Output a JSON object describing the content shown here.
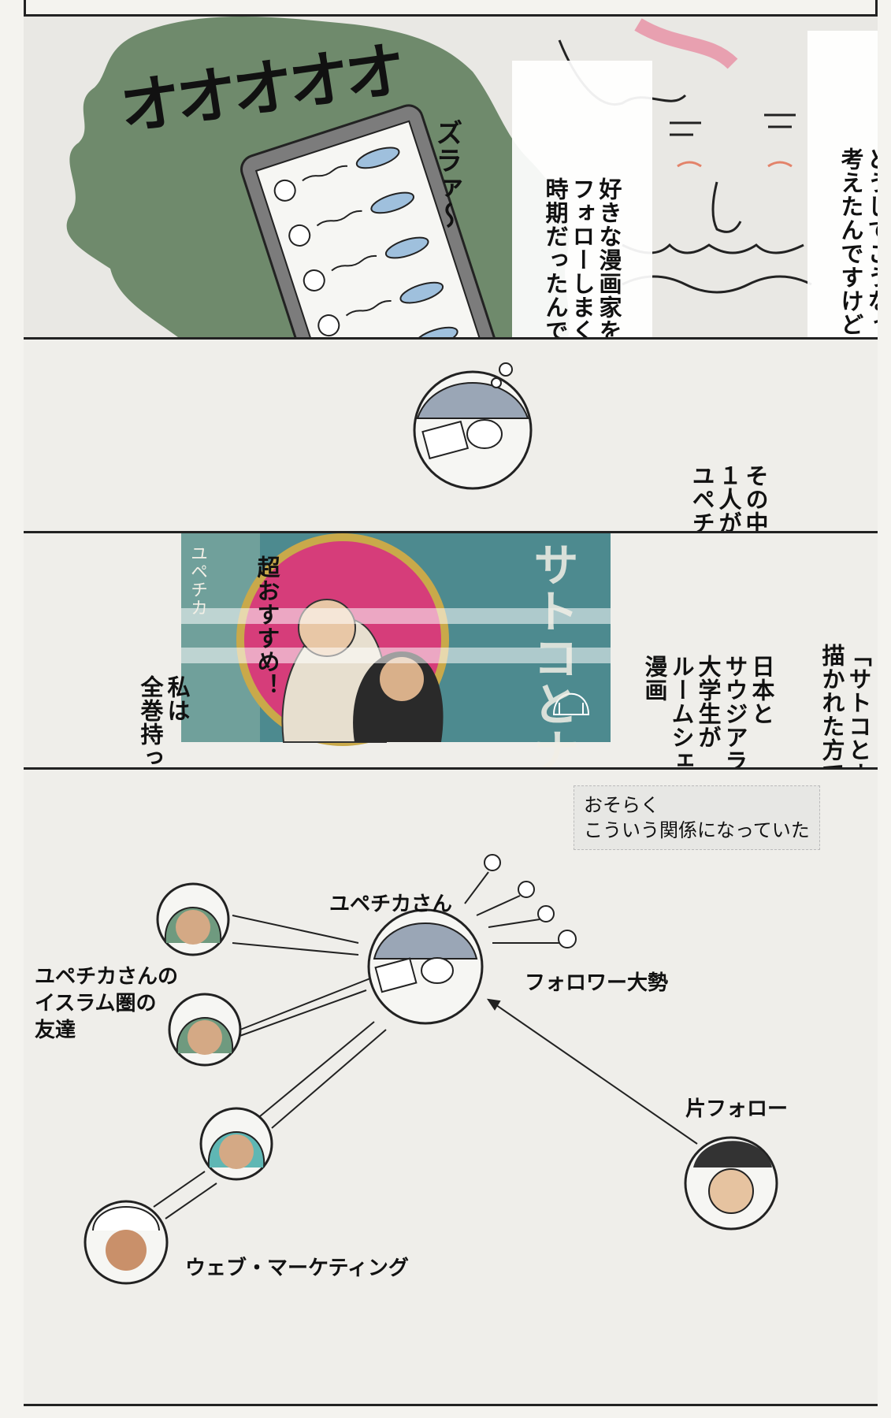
{
  "panel1": {
    "sfx_follow": "オオオオオ",
    "sfx_zura": "ズラァ〜",
    "caption_left": [
      "好きな漫画家を",
      "フォローしまくってた",
      "時期だったんですよね"
    ],
    "caption_right": [
      "どうしてこうなったか",
      "考えたんですけど"
    ]
  },
  "panel2": {
    "caption": [
      "その中の",
      "１人が",
      "ユペチカさん"
    ]
  },
  "panel3": {
    "caption_right": [
      "「サトコとナダ」を",
      "描かれた方ですね"
    ],
    "caption_mid": [
      "日本と",
      "サウジアラビアの",
      "大学生が",
      "ルームシェアする",
      "漫画"
    ],
    "recommend": "超おすすめ！",
    "caption_left": [
      "私は",
      "全巻持ってます"
    ],
    "cover_title": "サトコとナダ",
    "cover_author": "ユペチカ"
  },
  "panel4": {
    "note": [
      "おそらく",
      "こういう関係になっていた"
    ],
    "labels": {
      "center": "ユペチカさん",
      "followers": "フォロワー大勢",
      "friends": [
        "ユペチカさんの",
        "イスラム圏の",
        "友達"
      ],
      "one_way": "片フォロー",
      "marketing": "ウェブ・マーケティング"
    }
  },
  "colors": {
    "panel_bg": "#efeeea",
    "green_splash": "#6f8a6c",
    "cover_teal": "#4d8a8f",
    "cover_pink": "#d63d7a",
    "cover_gold": "#c9a94a",
    "hijab_green": "#6f9a7f",
    "hijab_teal": "#5fb7b4",
    "blue_head": "#9aa6b6"
  }
}
